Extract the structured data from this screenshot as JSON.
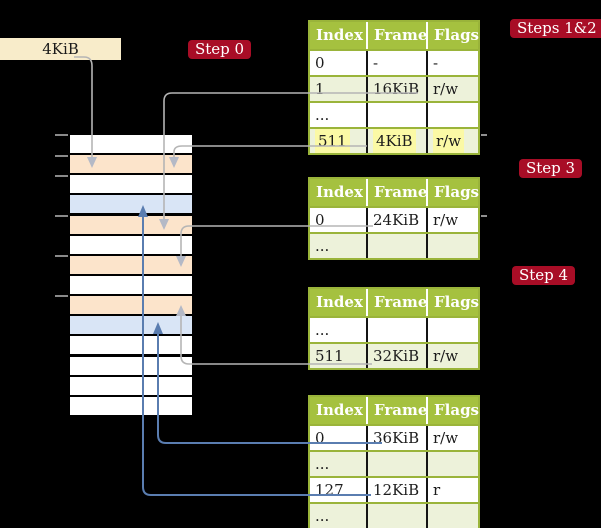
{
  "colors": {
    "background": "#000000",
    "badge": "#a80d26",
    "badge_text": "#ffffff",
    "box_fill": "#f8ecca",
    "box_text": "#1a1a1a",
    "table_header_bg": "#a5c13f",
    "table_border": "#9ab43a",
    "row_green": "#edf2da",
    "row_white": "#ffffff",
    "highlight_yellow": "#fbf9a5",
    "mem_peach": "#fce4cb",
    "mem_blue": "#d9e5f6",
    "mem_white": "#ffffff",
    "arrow_gray": "#b5b5b5",
    "arrow_gray_head": "#b4b9c6",
    "arrow_blue": "#5a7db0",
    "tick_gray": "#8a8a8a"
  },
  "labels": {
    "frame_box": "4KiB",
    "step0": "Step 0",
    "steps12": "Steps 1&2",
    "step3": "Step 3",
    "step4": "Step 4"
  },
  "tables": [
    {
      "title": "page-table-step-1-2",
      "headers": [
        "Index",
        "Frame",
        "Flags"
      ],
      "rows": [
        {
          "index": "0",
          "frame": "-",
          "flags": "-",
          "highlight": false
        },
        {
          "index": "1",
          "frame": "16KiB",
          "flags": "r/w",
          "highlight": false
        },
        {
          "index": "...",
          "frame": "",
          "flags": "",
          "highlight": false
        },
        {
          "index": "511",
          "frame": "4KiB",
          "flags": "r/w",
          "highlight": true
        }
      ]
    },
    {
      "title": "page-table-step-3",
      "headers": [
        "Index",
        "Frame",
        "Flags"
      ],
      "rows": [
        {
          "index": "0",
          "frame": "24KiB",
          "flags": "r/w",
          "highlight": false
        },
        {
          "index": "...",
          "frame": "",
          "flags": "",
          "highlight": false
        }
      ]
    },
    {
      "title": "page-table-step-4",
      "headers": [
        "Index",
        "Frame",
        "Flags"
      ],
      "rows": [
        {
          "index": "...",
          "frame": "",
          "flags": "",
          "highlight": false
        },
        {
          "index": "511",
          "frame": "32KiB",
          "flags": "r/w",
          "highlight": false
        }
      ]
    },
    {
      "title": "page-table-final",
      "headers": [
        "Index",
        "Frame",
        "Flags"
      ],
      "rows": [
        {
          "index": "0",
          "frame": "36KiB",
          "flags": "r/w",
          "highlight": false
        },
        {
          "index": "...",
          "frame": "",
          "flags": "",
          "highlight": false
        },
        {
          "index": "127",
          "frame": "12KiB",
          "flags": "r",
          "highlight": false
        },
        {
          "index": "...",
          "frame": "",
          "flags": "",
          "highlight": false
        }
      ]
    }
  ],
  "memory": {
    "rows": [
      {
        "type": "white"
      },
      {
        "type": "peach"
      },
      {
        "type": "white"
      },
      {
        "type": "blue"
      },
      {
        "type": "peach"
      },
      {
        "type": "white"
      },
      {
        "type": "peach"
      },
      {
        "type": "white"
      },
      {
        "type": "peach"
      },
      {
        "type": "blue"
      },
      {
        "type": "white"
      },
      {
        "type": "white"
      },
      {
        "type": "white"
      },
      {
        "type": "white"
      }
    ]
  }
}
